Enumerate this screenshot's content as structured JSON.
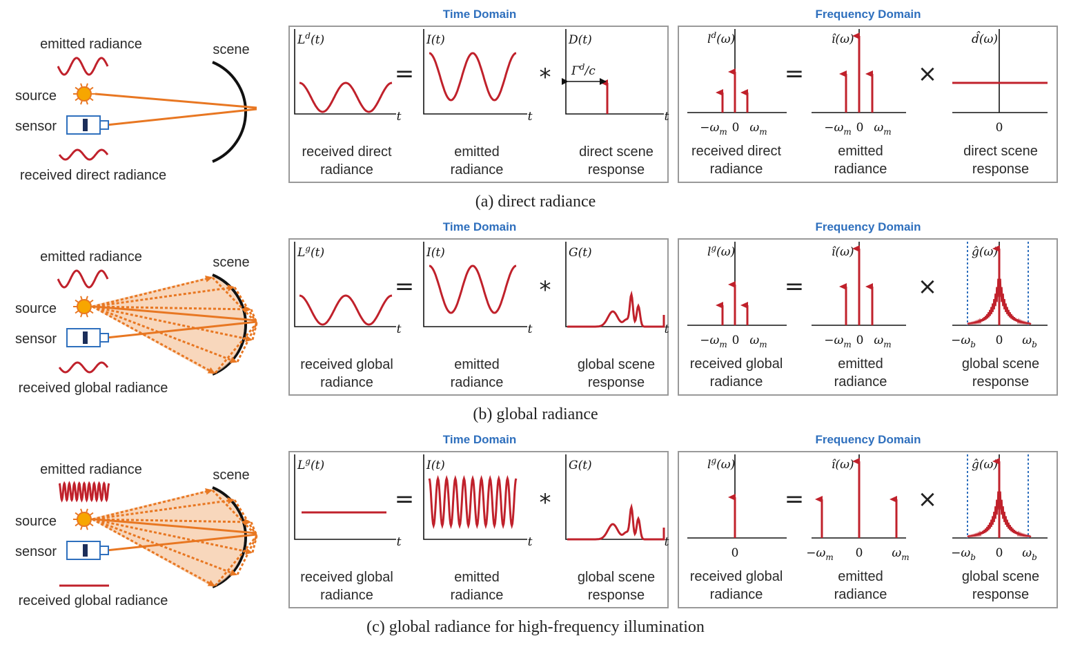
{
  "figure": {
    "rows": [
      {
        "id": "direct",
        "caption": "(a) direct radiance",
        "illustration": {
          "emitted": "emitted radiance",
          "scene": "scene",
          "source": "source",
          "sensor": "sensor",
          "received": "received direct radiance"
        },
        "time_domain": {
          "header": "Time Domain",
          "panels": [
            {
              "symbol": "L^d(t)",
              "caption_line1": "received direct",
              "caption_line2": "radiance",
              "axis": "t"
            },
            {
              "symbol": "I(t)",
              "caption_line1": "emitted",
              "caption_line2": "radiance",
              "axis": "t"
            },
            {
              "symbol": "D(t)",
              "caption_line1": "direct scene",
              "caption_line2": "response",
              "axis": "t",
              "annotation": "Γ^d/c"
            }
          ],
          "op1": "=",
          "op2": "*"
        },
        "freq_domain": {
          "header": "Frequency Domain",
          "panels": [
            {
              "symbol": "l^d(ω)",
              "caption_line1": "received direct",
              "caption_line2": "radiance",
              "ticks": [
                "−ω_m",
                "0",
                "ω_m"
              ]
            },
            {
              "symbol": "î(ω)",
              "caption_line1": "emitted",
              "caption_line2": "radiance",
              "ticks": [
                "−ω_m",
                "0",
                "ω_m"
              ]
            },
            {
              "symbol": "d̂(ω)",
              "caption_line1": "direct scene",
              "caption_line2": "response",
              "ticks": [
                "0"
              ]
            }
          ],
          "op1": "=",
          "op2": "×"
        }
      },
      {
        "id": "global",
        "caption": "(b) global radiance",
        "illustration": {
          "emitted": "emitted radiance",
          "scene": "scene",
          "source": "source",
          "sensor": "sensor",
          "received": "received global radiance"
        },
        "time_domain": {
          "header": "Time Domain",
          "panels": [
            {
              "symbol": "L^g(t)",
              "caption_line1": "received global",
              "caption_line2": "radiance",
              "axis": "t"
            },
            {
              "symbol": "I(t)",
              "caption_line1": "emitted",
              "caption_line2": "radiance",
              "axis": "t"
            },
            {
              "symbol": "G(t)",
              "caption_line1": "global scene",
              "caption_line2": "response",
              "axis": "t"
            }
          ],
          "op1": "=",
          "op2": "*"
        },
        "freq_domain": {
          "header": "Frequency Domain",
          "panels": [
            {
              "symbol": "l^g(ω)",
              "caption_line1": "received global",
              "caption_line2": "radiance",
              "ticks": [
                "−ω_m",
                "0",
                "ω_m"
              ]
            },
            {
              "symbol": "î(ω)",
              "caption_line1": "emitted",
              "caption_line2": "radiance",
              "ticks": [
                "−ω_m",
                "0",
                "ω_m"
              ]
            },
            {
              "symbol": "ĝ(ω)",
              "caption_line1": "global scene",
              "caption_line2": "response",
              "ticks": [
                "−ω_b",
                "0",
                "ω_b"
              ]
            }
          ],
          "op1": "=",
          "op2": "×"
        }
      },
      {
        "id": "highfreq",
        "caption": "(c) global radiance for high-frequency illumination",
        "illustration": {
          "emitted": "emitted radiance",
          "scene": "scene",
          "source": "source",
          "sensor": "sensor",
          "received": "received global radiance"
        },
        "time_domain": {
          "header": "Time Domain",
          "panels": [
            {
              "symbol": "L^g(t)",
              "caption_line1": "received global",
              "caption_line2": "radiance",
              "axis": "t"
            },
            {
              "symbol": "I(t)",
              "caption_line1": "emitted",
              "caption_line2": "radiance",
              "axis": "t"
            },
            {
              "symbol": "G(t)",
              "caption_line1": "global scene",
              "caption_line2": "response",
              "axis": "t"
            }
          ],
          "op1": "=",
          "op2": "*"
        },
        "freq_domain": {
          "header": "Frequency Domain",
          "panels": [
            {
              "symbol": "l^g(ω)",
              "caption_line1": "received global",
              "caption_line2": "radiance",
              "ticks": [
                "0"
              ]
            },
            {
              "symbol": "î(ω)",
              "caption_line1": "emitted",
              "caption_line2": "radiance",
              "ticks": [
                "−ω_m",
                "0",
                "ω_m"
              ]
            },
            {
              "symbol": "ĝ(ω)",
              "caption_line1": "global scene",
              "caption_line2": "response",
              "ticks": [
                "−ω_b",
                "0",
                "ω_b"
              ]
            }
          ],
          "op1": "=",
          "op2": "×"
        }
      }
    ],
    "colors": {
      "signal": "#c0212b",
      "ray": "#e87722",
      "header": "#2e6fbd",
      "panel_border": "#999999",
      "cone_fill": "#f6c9a6",
      "sensor": "#2e6fbd",
      "sun": "#f7a600"
    }
  }
}
